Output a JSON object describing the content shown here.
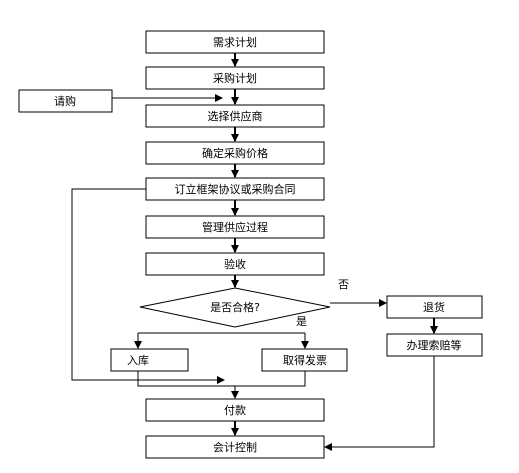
{
  "steps": {
    "demand_plan": "需求计划",
    "purchase_plan": "采购计划",
    "request": "请购",
    "select_supplier": "选择供应商",
    "determine_price": "确定采购价格",
    "sign_contract": "订立框架协议或采购合同",
    "manage_supply": "管理供应过程",
    "inspection": "验收",
    "qualified_question": "是否合格?",
    "yes": "是",
    "no": "否",
    "warehousing": "入库",
    "get_invoice": "取得发票",
    "return_goods": "退货",
    "claim": "办理索赔等",
    "payment": "付款",
    "accounting_control": "会计控制"
  }
}
